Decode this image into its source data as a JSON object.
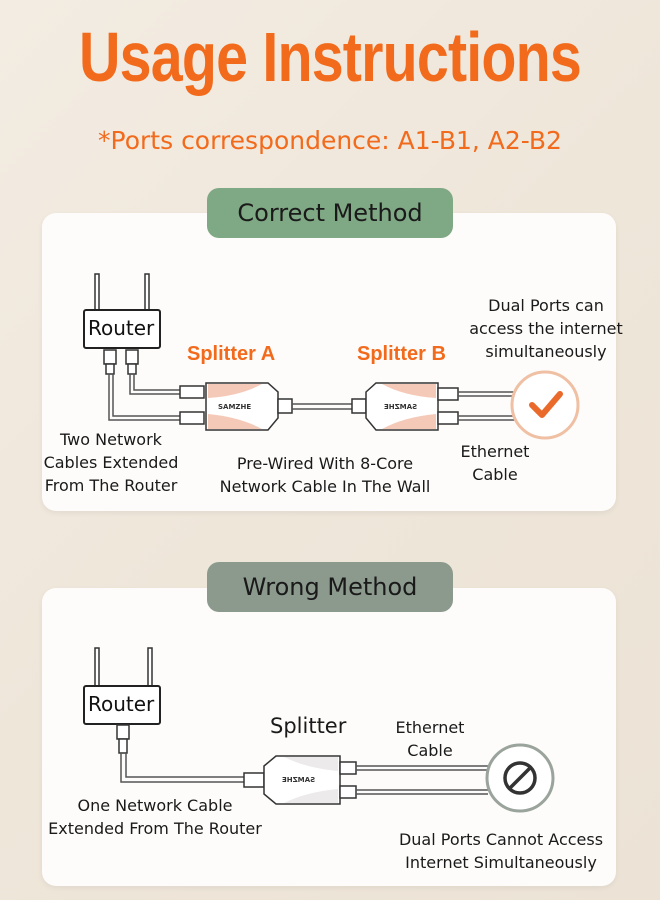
{
  "title": "Usage Instructions",
  "subtitle": "*Ports correspondence: A1-B1, A2-B2",
  "correct": {
    "heading": "Correct Method",
    "router_label": "Router",
    "splitter_a": "Splitter A",
    "splitter_b": "Splitter B",
    "brand_a": "SAMZHE",
    "brand_b": "SAMZHE",
    "dual_ports_line1": "Dual Ports can",
    "dual_ports_line2": "access the internet",
    "dual_ports_line3": "simultaneously",
    "two_cables_line1": "Two Network",
    "two_cables_line2": "Cables Extended",
    "two_cables_line3": "From The Router",
    "prewired_line1": "Pre-Wired With 8-Core",
    "prewired_line2": "Network Cable In The Wall",
    "ethernet_line1": "Ethernet",
    "ethernet_line2": "Cable",
    "status_icon": "check-icon"
  },
  "wrong": {
    "heading": "Wrong Method",
    "router_label": "Router",
    "splitter": "Splitter",
    "brand": "SAMZHE",
    "ethernet_line1": "Ethernet",
    "ethernet_line2": "Cable",
    "one_cable_line1": "One Network Cable",
    "one_cable_line2": "Extended From The Router",
    "cannot_line1": "Dual Ports Cannot Access",
    "cannot_line2": "Internet Simultaneously",
    "status_icon": "prohibited-icon"
  },
  "colors": {
    "accent_orange": "#f26a1b",
    "correct_green": "#7fa884",
    "wrong_gray": "#8c9a8e"
  }
}
